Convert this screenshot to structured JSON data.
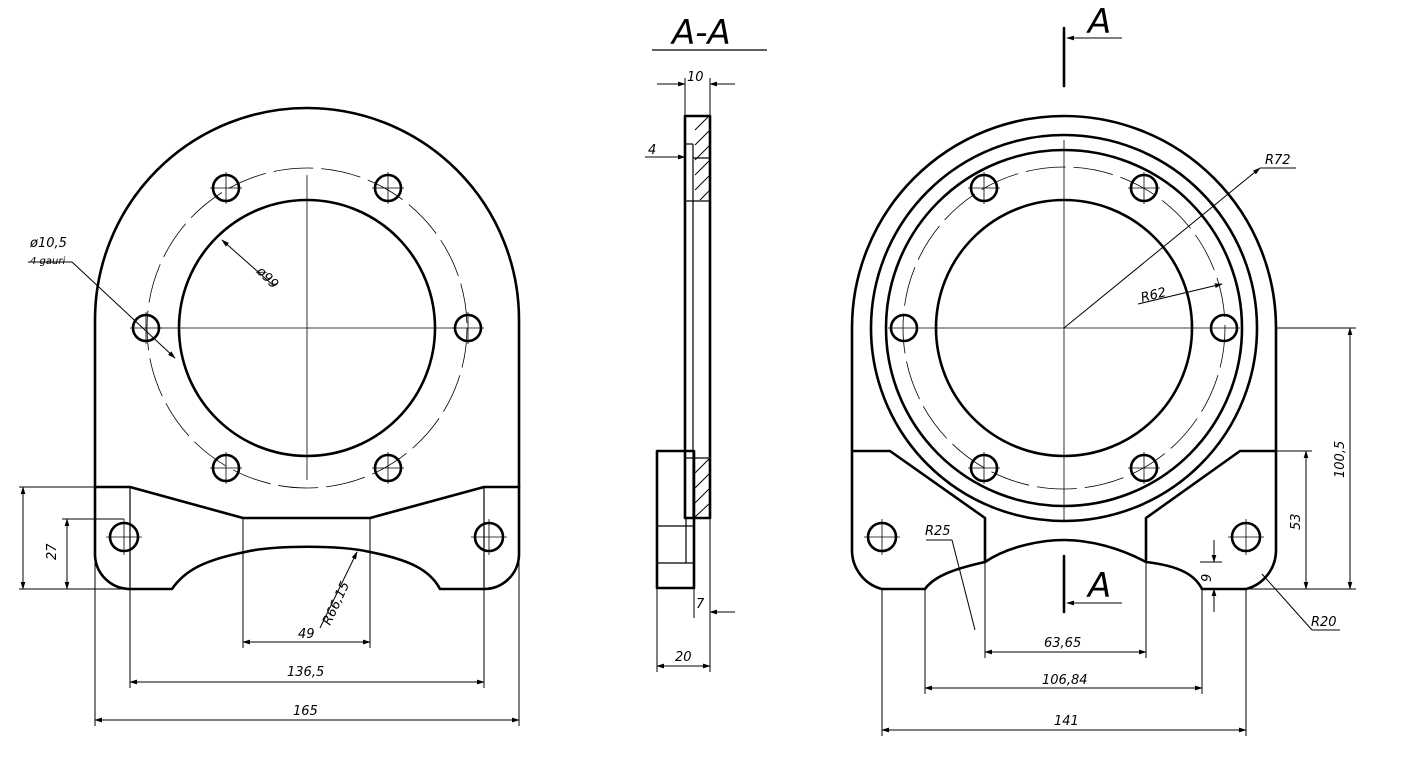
{
  "section_title": "A-A",
  "section_marker": "A",
  "left_view": {
    "hole_diameter": "ø10,5",
    "hole_note": "4 gauri",
    "bore_diameter": "ø99",
    "dim_height": "27",
    "dim_radius": "R66,15",
    "dim_center_width": "49",
    "dim_hole_spacing": "136,5",
    "dim_overall_width": "165"
  },
  "section_view": {
    "dim_top_thickness": "10",
    "dim_step": "4",
    "dim_bottom_offset": "7",
    "dim_overall_thickness": "20"
  },
  "right_view": {
    "dim_outer_radius": "R72",
    "dim_inner_radius": "R62",
    "dim_fillet": "R25",
    "dim_corner_radius": "R20",
    "dim_small": "9",
    "dim_height_mid": "53",
    "dim_height_total": "100,5",
    "dim_width_inner": "63,65",
    "dim_width_mid": "106,84",
    "dim_width_outer": "141"
  }
}
